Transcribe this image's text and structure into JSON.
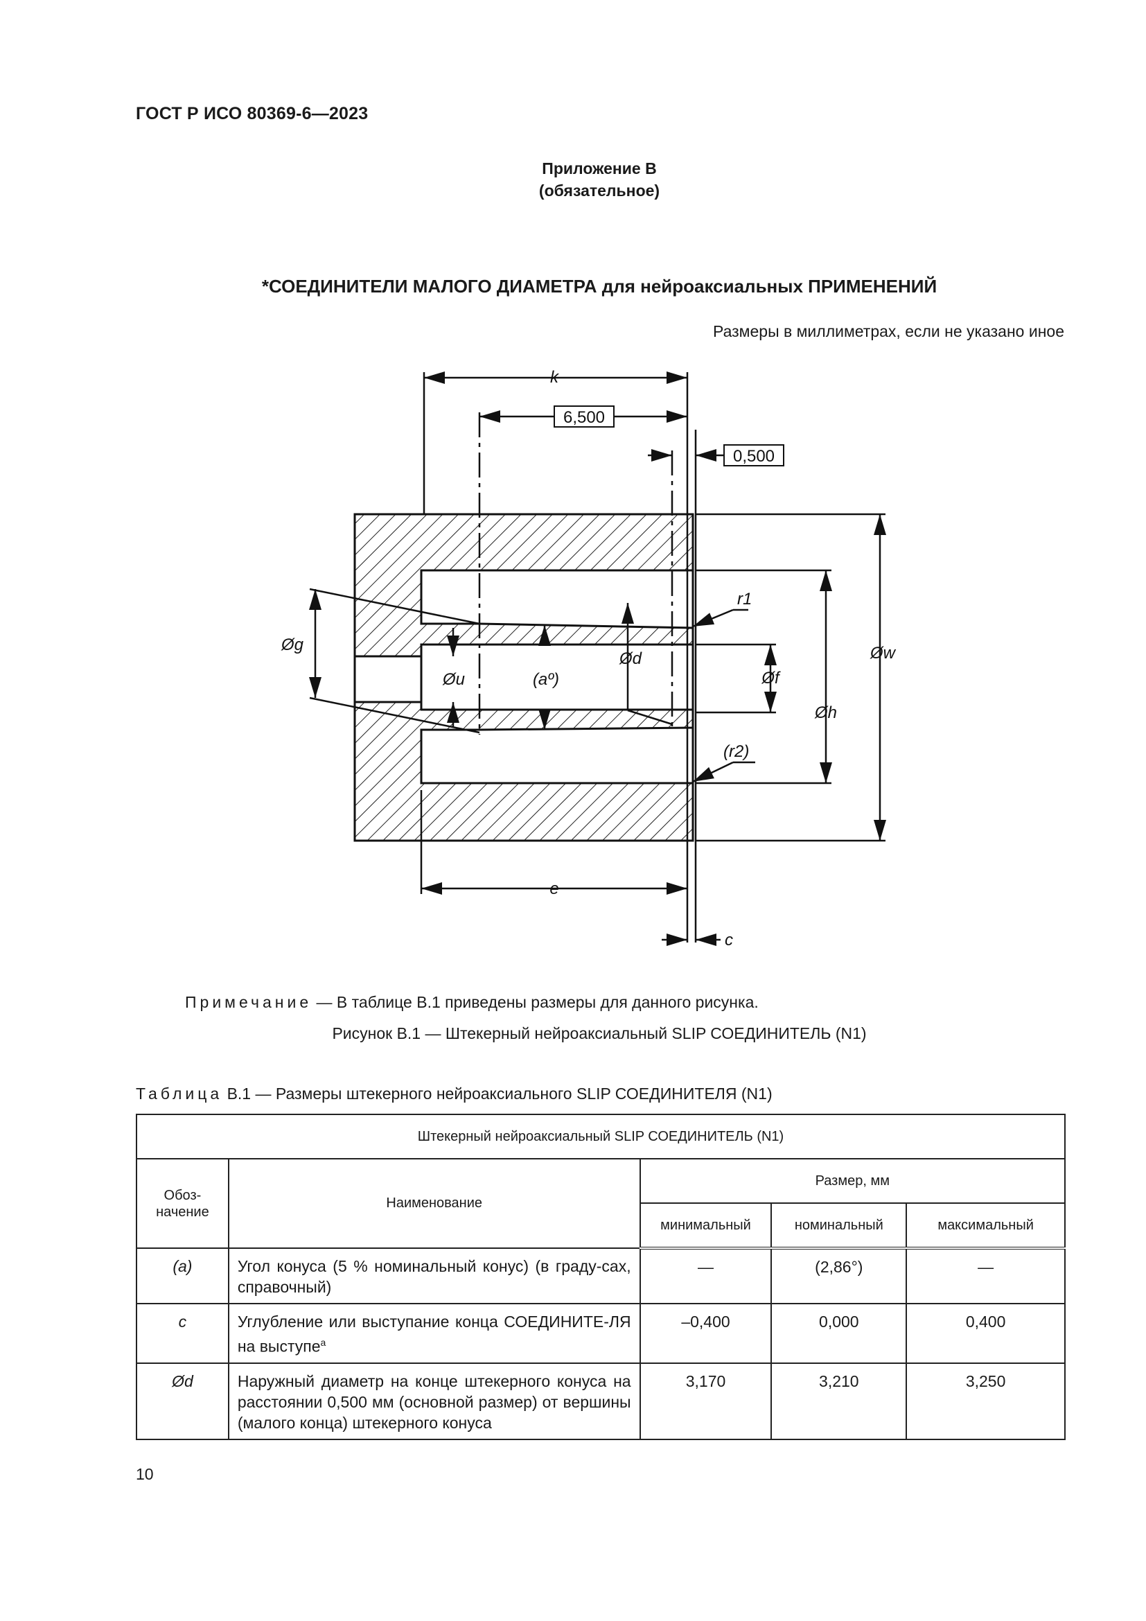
{
  "header": {
    "doc_code": "ГОСТ Р ИСО 80369-6—2023"
  },
  "annex": {
    "title": "Приложение В",
    "status": "(обязательное)"
  },
  "section_title": "*СОЕДИНИТЕЛИ МАЛОГО ДИАМЕТРА для нейроаксиальных ПРИМЕНЕНИЙ",
  "units_note": "Размеры в миллиметрах, если не указано иное",
  "figure": {
    "labels": {
      "k": "k",
      "dim_6500": "6,500",
      "dim_0500": "0,500",
      "g": "Øg",
      "u": "Øu",
      "a": "(aº)",
      "d": "Ød",
      "f": "Øf",
      "h": "Øh",
      "w": "Øw",
      "r1": "r1",
      "r2": "(r2)",
      "e": "e",
      "c": "c"
    },
    "note_prefix": "Примечание",
    "note_text": " — В таблице В.1 приведены размеры для данного рисунка.",
    "caption": "Рисунок В.1 — Штекерный нейроаксиальный SLIP СОЕДИНИТЕЛЬ (N1)"
  },
  "table": {
    "caption_prefix": "Таблица",
    "caption_text": " В.1 — Размеры штекерного нейроаксиального SLIP СОЕДИНИТЕЛЯ (N1)",
    "header_title": "Штекерный нейроаксиальный SLIP СОЕДИНИТЕЛЬ (N1)",
    "col_symbol": "Обоз-\nначение",
    "col_name": "Наименование",
    "col_size": "Размер, мм",
    "col_min": "минимальный",
    "col_nom": "номинальный",
    "col_max": "максимальный",
    "rows": [
      {
        "symbol": "(a)",
        "name": "Угол конуса (5 % номинальный конус) (в граду-сах, справочный)",
        "name_sup": "",
        "min": "—",
        "nom": "(2,86°)",
        "max": "—"
      },
      {
        "symbol": "c",
        "name": "Углубление или выступание конца СОЕДИНИТЕ-ЛЯ на выступе",
        "name_sup": "a",
        "min": "–0,400",
        "nom": "0,000",
        "max": "0,400"
      },
      {
        "symbol": "Ød",
        "name": "Наружный диаметр на конце штекерного конуса на расстоянии 0,500 мм (основной размер) от вершины (малого конца) штекерного конуса",
        "name_sup": "",
        "min": "3,170",
        "nom": "3,210",
        "max": "3,250"
      }
    ]
  },
  "page_number": "10"
}
